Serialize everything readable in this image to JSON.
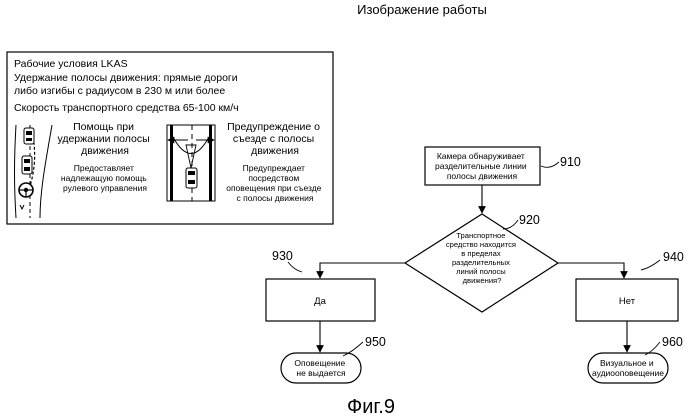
{
  "header": {
    "title": "Изображение работы"
  },
  "lkas_panel": {
    "heading": "Рабочие условия LKAS",
    "lane_line1": "Удержание полосы движения: прямые дороги",
    "lane_line2": "либо изгибы с радиусом в 230 м или более",
    "speed": "Скорость транспортного средства 65-100 км/ч",
    "assist": {
      "title": [
        "Помощь при",
        "удержании полосы",
        "движения"
      ],
      "desc": [
        "Предоставляет",
        "надлежащую помощь",
        "рулевого управления"
      ]
    },
    "warning": {
      "title": [
        "Предупреждение о",
        "съезде с полосы",
        "движения"
      ],
      "desc": [
        "Предупреждает",
        "посредством",
        "оповещения при съезде",
        "с полосы движения"
      ]
    }
  },
  "flowchart": {
    "n910": {
      "ref": "910",
      "text": [
        "Камера обнаруживает",
        "разделительные линии",
        "полосы движения"
      ]
    },
    "n920": {
      "ref": "920",
      "text": [
        "Транспортное",
        "средство находится",
        "в пределах",
        "разделительных",
        "линий полосы",
        "движения?"
      ]
    },
    "n930": {
      "ref": "930",
      "text": "Да"
    },
    "n940": {
      "ref": "940",
      "text": "Нет"
    },
    "n950": {
      "ref": "950",
      "text": [
        "Оповещение",
        "не выдается"
      ]
    },
    "n960": {
      "ref": "960",
      "text": [
        "Визуальное и",
        "аудиооповещение"
      ]
    }
  },
  "figure_caption": "Фиг.9"
}
